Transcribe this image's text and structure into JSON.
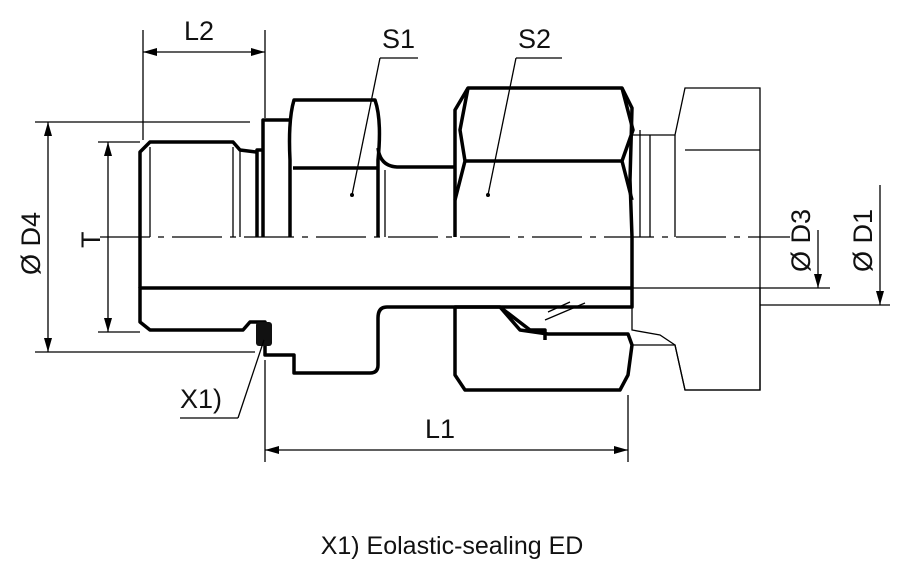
{
  "labels": {
    "L2": "L2",
    "S1": "S1",
    "S2": "S2",
    "D4": "Ø D4",
    "T": "T",
    "D3": "Ø D3",
    "D1": "Ø D1",
    "X1": "X1)",
    "L1": "L1"
  },
  "caption": "X1) Eolastic-sealing ED"
}
